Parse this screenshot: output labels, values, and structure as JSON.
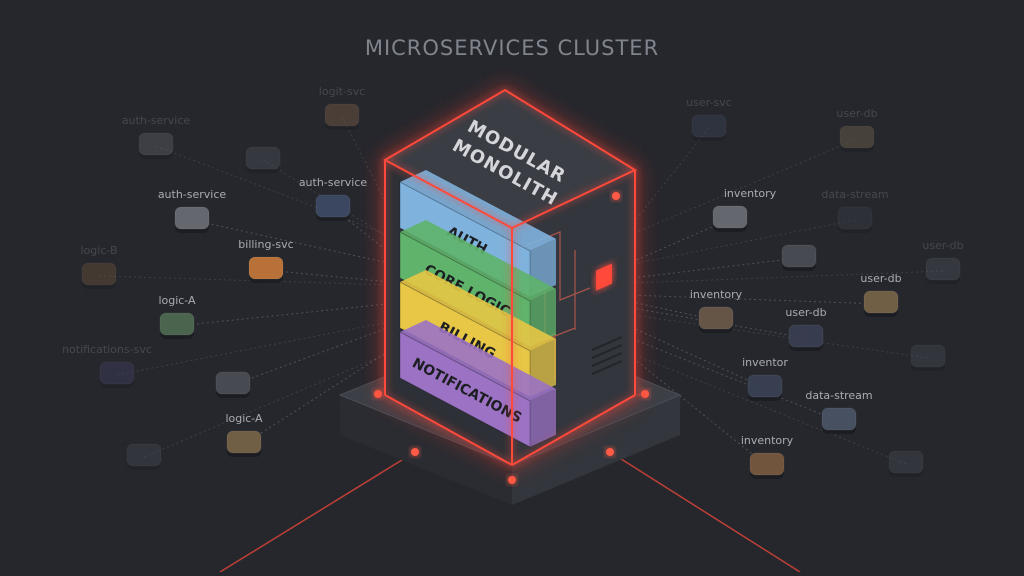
{
  "diagram": {
    "title": "MICROSERVICES CLUSTER",
    "monolith_label_line1": "MODULAR",
    "monolith_label_line2": "MONOLITH",
    "modules": [
      {
        "label": "AUTH",
        "color": "#7fb3de"
      },
      {
        "label": "CORE LOGIC",
        "color": "#5fb36a"
      },
      {
        "label": "BILLING",
        "color": "#e7c745"
      },
      {
        "label": "NOTIFICATIONS",
        "color": "#9b72c4"
      }
    ],
    "colors": {
      "background": "#25272d",
      "glow": "#ff4a3a",
      "cube_top": "#3a3d44",
      "cube_side": "#2d3036"
    },
    "nodes": [
      {
        "label": "logit-svc",
        "color": "#7a5a44",
        "faded": true
      },
      {
        "label": "auth-service",
        "color": "#5a5d63",
        "faded": true
      },
      {
        "label": "",
        "color": "#4b4e55",
        "faded": true
      },
      {
        "label": "auth-service",
        "color": "#6b6f76",
        "faded": false
      },
      {
        "label": "auth-service",
        "color": "#3e4a66",
        "faded": false
      },
      {
        "label": "billing-svc",
        "color": "#c97a3a",
        "faded": false
      },
      {
        "label": "logic-B",
        "color": "#6b5038",
        "faded": true
      },
      {
        "label": "logic-A",
        "color": "#4f6b52",
        "faded": false
      },
      {
        "label": "notifications-svc",
        "color": "#3e3f5e",
        "faded": true
      },
      {
        "label": "",
        "color": "#4b4e55",
        "faded": false
      },
      {
        "label": "logic-A",
        "color": "#7a6648",
        "faded": false
      },
      {
        "label": "",
        "color": "#45484f",
        "faded": true
      },
      {
        "label": "user-svc",
        "color": "#3a4256",
        "faded": true
      },
      {
        "label": "user-db",
        "color": "#6e6248",
        "faded": true
      },
      {
        "label": "inventory",
        "color": "#6b6f76",
        "faded": false
      },
      {
        "label": "data-stream",
        "color": "#373b44",
        "faded": true
      },
      {
        "label": "",
        "color": "#4b4e55",
        "faded": false
      },
      {
        "label": "user-db",
        "color": "#4b4e55",
        "faded": true
      },
      {
        "label": "user-db",
        "color": "#7a6648",
        "faded": false
      },
      {
        "label": "inventory",
        "color": "#6b5a4a",
        "faded": false
      },
      {
        "label": "user-db",
        "color": "#3a3f52",
        "faded": false
      },
      {
        "label": "",
        "color": "#45484f",
        "faded": true
      },
      {
        "label": "inventor",
        "color": "#3a4256",
        "faded": false
      },
      {
        "label": "data-stream",
        "color": "#4a5566",
        "faded": false
      },
      {
        "label": "inventory",
        "color": "#7a5a3e",
        "faded": false
      },
      {
        "label": "",
        "color": "#45484f",
        "faded": true
      }
    ]
  }
}
